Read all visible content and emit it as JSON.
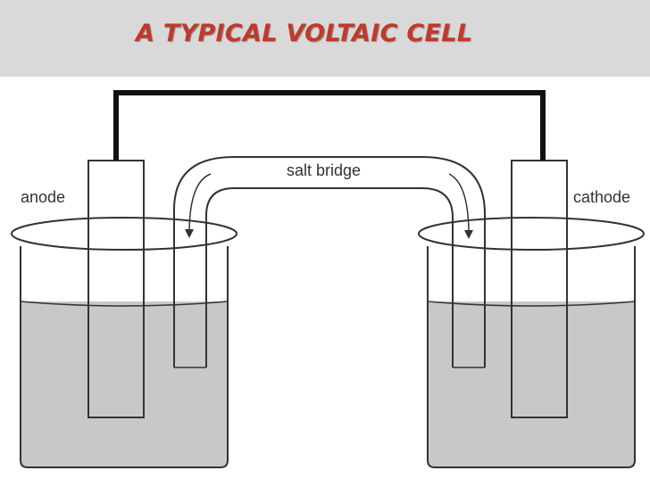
{
  "title": "A TYPICAL VOLTAIC CELL",
  "labels": {
    "anode": "anode",
    "cathode": "cathode",
    "salt_bridge": "salt bridge"
  },
  "colors": {
    "title": "#c0392b",
    "header_background": "#d9d9d9",
    "solution": "#c8c8c8",
    "outline": "#333333",
    "wire": "#111111"
  }
}
